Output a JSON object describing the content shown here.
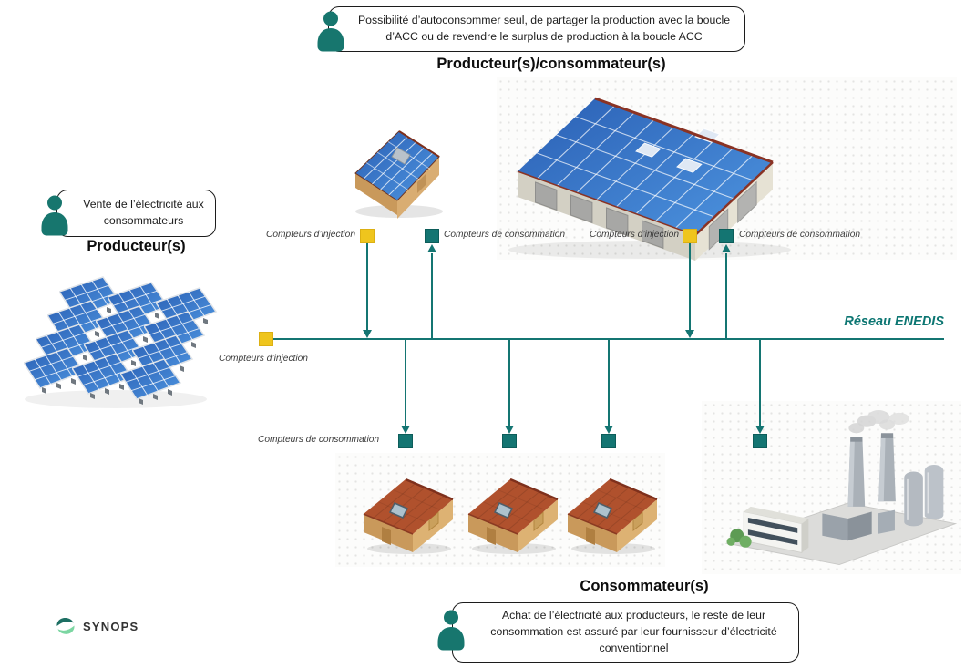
{
  "callouts": {
    "top": "Possibilité d’autoconsommer seul, de partager la production avec la boucle d’ACC ou de revendre le surplus de production à la boucle ACC",
    "producer": "Vente de l’électricité aux consommateurs",
    "consumer": "Achat de l’électricité aux producteurs, le reste de leur consommation est assuré par leur fournisseur d’électricité conventionnel"
  },
  "headings": {
    "producer_consumer": "Producteur(s)/consommateur(s)",
    "producer": "Producteur(s)",
    "consumer": "Consommateur(s)"
  },
  "network": {
    "label": "Réseau ENEDIS"
  },
  "meters": {
    "injection_label": "Compteurs d’injection",
    "consumption_label": "Compteurs de consommation",
    "injection_color": "#EFC51D",
    "consumption_color": "#147572"
  },
  "logo": {
    "name": "SYNOPS"
  },
  "icons": {
    "person": "person-icon",
    "injection_meter": "yellow-square-meter",
    "consumption_meter": "teal-square-meter"
  },
  "colors": {
    "teal": "#147572",
    "yellow": "#EFC51D",
    "callout_border": "#1C1C1C"
  }
}
